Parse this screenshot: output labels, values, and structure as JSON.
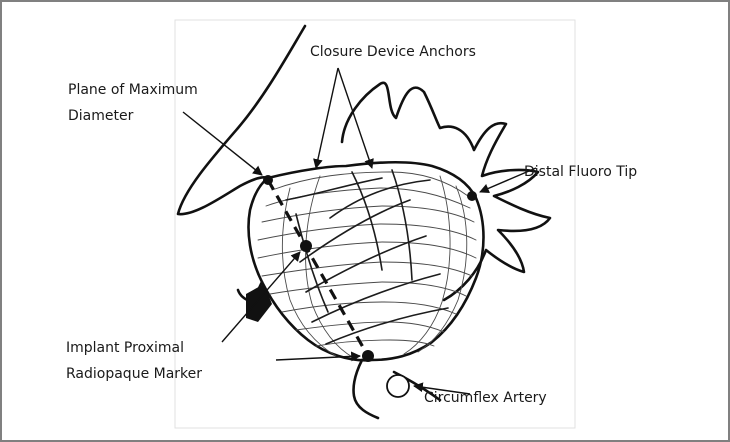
{
  "labels": {
    "plane_line1": "Plane of Maximum",
    "plane_line2": "Diameter",
    "anchors": "Closure Device Anchors",
    "distal_tip": "Distal Fluoro Tip",
    "marker_line1": "Implant Proximal",
    "marker_line2": "Radiopaque Marker",
    "artery": "Circumflex Artery"
  },
  "colors": {
    "frame": "#808080",
    "ink": "#111111",
    "background": "#ffffff"
  }
}
